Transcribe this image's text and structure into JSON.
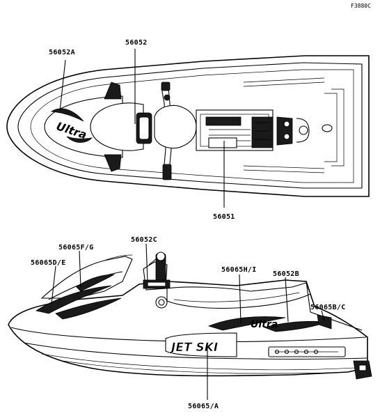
{
  "figure": {
    "code": "F3880C"
  },
  "top_view": {
    "callouts": {
      "a": "56052A",
      "b": "56052",
      "c": "56051"
    }
  },
  "side_view": {
    "callouts": {
      "a": "56065F/G",
      "b": "56052C",
      "c": "56065D/E",
      "d": "56065H/I",
      "e": "56052B",
      "f": "56065B/C",
      "g": "56065/A"
    },
    "decal_text": "JET SKI"
  },
  "colors": {
    "line": "#000000",
    "background": "#ffffff"
  }
}
